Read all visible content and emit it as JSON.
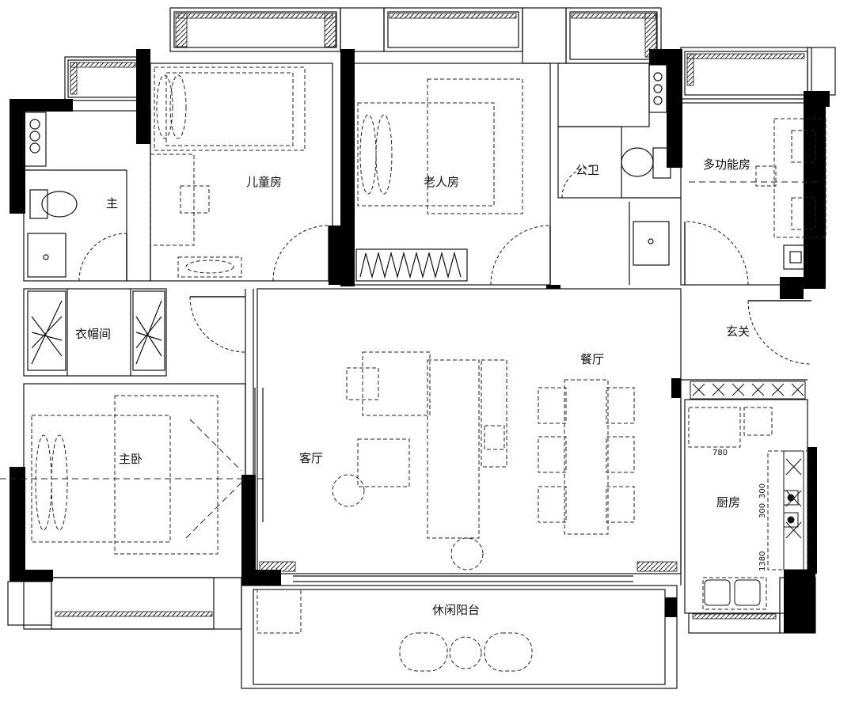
{
  "rooms": {
    "children": "儿童房",
    "elder": "老人房",
    "public_bath": "公卫",
    "multi": "多功能房",
    "master_bath": "主",
    "closet": "衣帽间",
    "foyer": "玄关",
    "dining": "餐厅",
    "master": "主卧",
    "living": "客厅",
    "kitchen": "厨房",
    "balcony": "休闲阳台"
  },
  "dimensions": {
    "counter_width": "780",
    "cook_a": "300",
    "cook_b": "300",
    "sink_run": "1380"
  },
  "colors": {
    "wall": "#000000",
    "line": "#1a1a1a",
    "background": "#ffffff"
  }
}
